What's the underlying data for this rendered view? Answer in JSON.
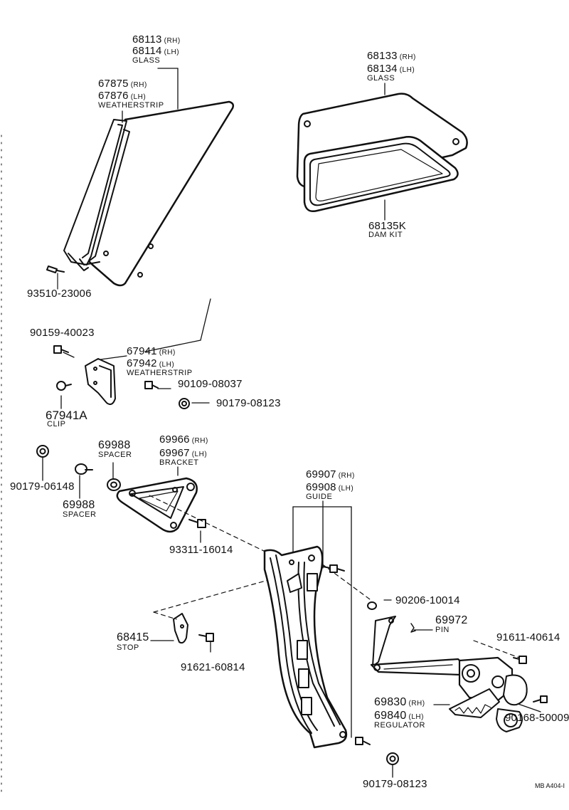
{
  "diagram": {
    "footer_code": "MB  A404-I",
    "labels": {
      "glass_rh_number": "68113",
      "glass_rh_side": "(RH)",
      "glass_lh_number": "68114",
      "glass_lh_side": "(LH)",
      "glass_name": "GLASS",
      "ws_rh_number": "67875",
      "ws_rh_side": "(RH)",
      "ws_lh_number": "67876",
      "ws_lh_side": "(LH)",
      "ws_name": "WEATHERSTRIP",
      "screw_93510": "93510-23006",
      "qglass_rh_number": "68133",
      "qglass_rh_side": "(RH)",
      "qglass_lh_number": "68134",
      "qglass_lh_side": "(LH)",
      "qglass_name": "GLASS",
      "dam_number": "68135K",
      "dam_name": "DAM KIT",
      "bolt_90159": "90159-40023",
      "ws2_rh_number": "67941",
      "ws2_rh_side": "(RH)",
      "ws2_lh_number": "67942",
      "ws2_lh_side": "(LH)",
      "ws2_name": "WEATHERSTRIP",
      "bolt_90109": "90109-08037",
      "nut_90179_a": "90179-08123",
      "clip_number": "67941A",
      "clip_name": "CLIP",
      "spacer_a_number": "69988",
      "spacer_a_name": "SPACER",
      "bracket_rh_number": "69966",
      "bracket_rh_side": "(RH)",
      "bracket_lh_number": "69967",
      "bracket_lh_side": "(LH)",
      "bracket_name": "BRACKET",
      "nut_90179_06148": "90179-06148",
      "spacer_b_number": "69988",
      "spacer_b_name": "SPACER",
      "bolt_93311": "93311-16014",
      "guide_rh_number": "69907",
      "guide_rh_side": "(RH)",
      "guide_lh_number": "69908",
      "guide_lh_side": "(LH)",
      "guide_name": "GUIDE",
      "washer_90206": "90206-10014",
      "pin_number": "69972",
      "pin_name": "PIN",
      "stop_number": "68415",
      "stop_name": "STOP",
      "bolt_91621": "91621-60814",
      "bolt_91611": "91611-40614",
      "reg_rh_number": "69830",
      "reg_rh_side": "(RH)",
      "reg_lh_number": "69840",
      "reg_lh_side": "(LH)",
      "reg_name": "REGULATOR",
      "screw_90168": "90168-50009",
      "nut_90179_b": "90179-08123"
    }
  }
}
